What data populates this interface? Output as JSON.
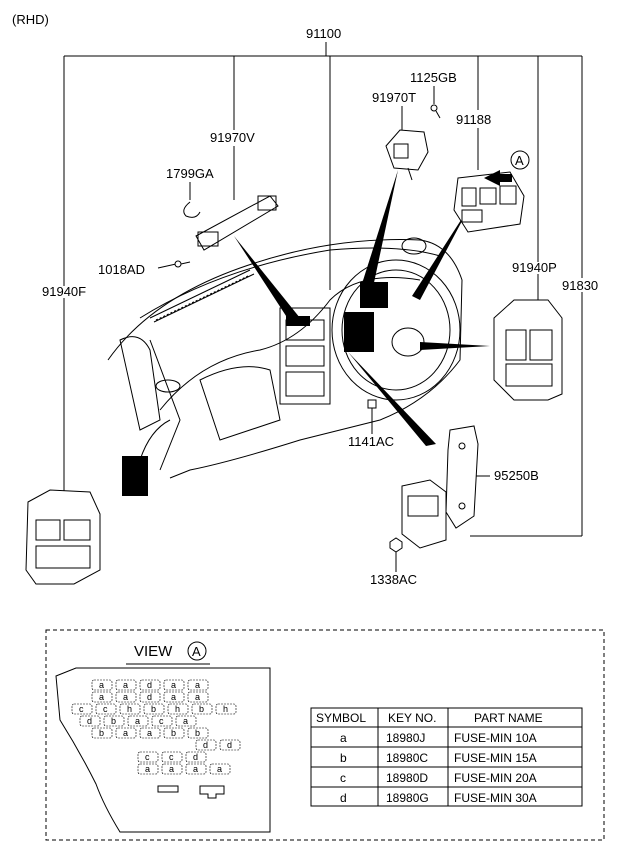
{
  "header": {
    "variant": "(RHD)"
  },
  "callouts": {
    "main_harness": "91100",
    "harness_v": "91970V",
    "clip": "1799GA",
    "bolt_ad": "1018AD",
    "harness_f": "91940F",
    "screw_gb": "1125GB",
    "harness_t": "91970T",
    "junction": "91188",
    "view_marker": "A",
    "harness_p": "91940P",
    "jbox": "91830",
    "bolt_ac": "1141AC",
    "module": "95250B",
    "nut_ac": "1338AC"
  },
  "view": {
    "title": "VIEW",
    "marker": "A"
  },
  "fuse_rows": [
    [
      "a",
      "a",
      "d",
      "a",
      "a"
    ],
    [
      "a",
      "a",
      "d",
      "a",
      "a"
    ],
    [
      "c",
      "c",
      "h",
      "b",
      "h",
      "b",
      "h"
    ],
    [
      "d",
      "b",
      "a",
      "c",
      "a"
    ],
    [
      "b",
      "a",
      "a",
      "b",
      "b"
    ],
    [
      "d",
      "d"
    ],
    [
      "c",
      "c",
      "d"
    ],
    [
      "a",
      "a",
      "a",
      "a"
    ]
  ],
  "parts_table": {
    "headers": [
      "SYMBOL",
      "KEY NO.",
      "PART NAME"
    ],
    "rows": [
      [
        "a",
        "18980J",
        "FUSE-MIN 10A"
      ],
      [
        "b",
        "18980C",
        "FUSE-MIN 15A"
      ],
      [
        "c",
        "18980D",
        "FUSE-MIN 20A"
      ],
      [
        "d",
        "18980G",
        "FUSE-MIN 30A"
      ]
    ]
  }
}
